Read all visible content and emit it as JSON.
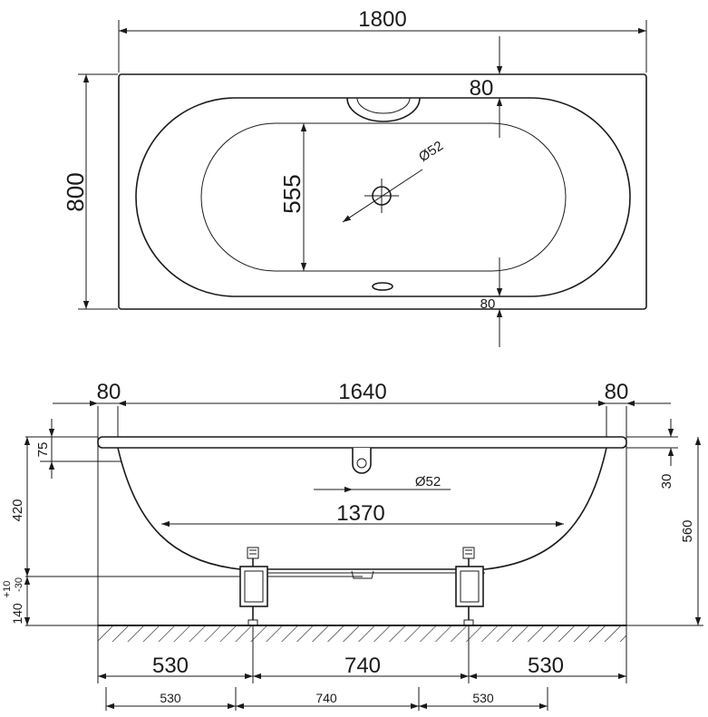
{
  "top_view": {
    "length": "1800",
    "width": "800",
    "rim_top": "80",
    "inner_width": "555",
    "drain_diameter": "Ø52",
    "rim_bottom": "80"
  },
  "side_view": {
    "rim_left": "80",
    "inner_length": "1640",
    "rim_right": "80",
    "rim_height": "75",
    "overflow_diameter": "Ø52",
    "bottom_length": "1370",
    "depth_total": "420",
    "height_right": "560",
    "overflow_offset": "30",
    "leg_height": "140",
    "leg_tol_plus": "+10",
    "leg_tol_minus": "-30",
    "legs_left": "530",
    "legs_mid": "740",
    "legs_right": "530",
    "legs_left_small": "530",
    "legs_mid_small": "740",
    "legs_right_small": "530"
  }
}
